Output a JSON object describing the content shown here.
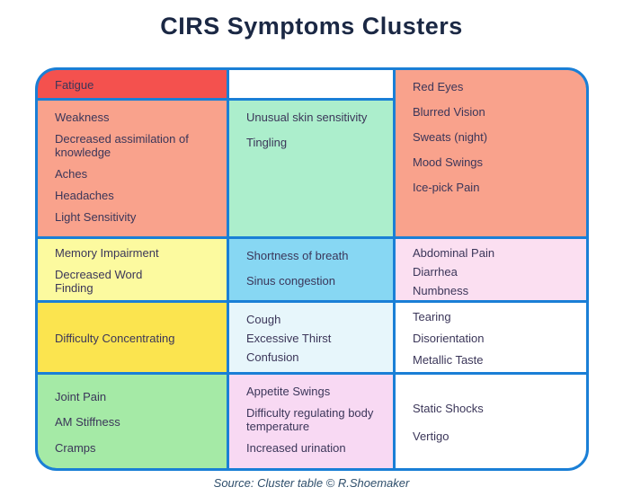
{
  "title": "CIRS Symptoms Clusters",
  "source": "Source: Cluster table © R.Shoemaker",
  "colors": {
    "border_blue": "#1A7FD6",
    "title_text": "#1B2844",
    "cell_text": "#3B3659",
    "source_text": "#2E4E6B"
  },
  "table": {
    "cells": {
      "fatigue": {
        "color": "#F4514E",
        "items": [
          "Fatigue"
        ]
      },
      "empty_top": {
        "color": "#FFFFFF",
        "items": []
      },
      "eyes": {
        "color": "#F9A28C",
        "items": [
          "Red Eyes",
          "Blurred Vision",
          "Sweats (night)",
          "Mood Swings",
          "Ice-pick Pain"
        ]
      },
      "weakness": {
        "color": "#F9A28C",
        "items": [
          "Weakness",
          "Decreased assimilation of knowledge",
          "Aches",
          "Headaches",
          "Light Sensitivity"
        ]
      },
      "skin": {
        "color": "#ACEECC",
        "items": [
          "Unusual skin sensitivity",
          "Tingling"
        ]
      },
      "memory": {
        "color": "#FCFA9F",
        "items": [
          "Memory Impairment",
          "Decreased Word Finding"
        ]
      },
      "breath": {
        "color": "#87D7F3",
        "items": [
          "Shortness of breath",
          "Sinus congestion"
        ]
      },
      "abdominal": {
        "color": "#FBDFF1",
        "items": [
          "Abdominal Pain",
          "Diarrhea",
          "Numbness"
        ]
      },
      "concentrating": {
        "color": "#FBE44F",
        "items": [
          "Difficulty Concentrating"
        ]
      },
      "cough": {
        "color": "#E7F6FB",
        "items": [
          "Cough",
          "Excessive Thirst",
          "Confusion"
        ]
      },
      "tearing": {
        "color": "#FFFFFF",
        "items": [
          "Tearing",
          "Disorientation",
          "Metallic Taste"
        ]
      },
      "joint": {
        "color": "#A5EAA6",
        "items": [
          "Joint Pain",
          "AM Stiffness",
          "Cramps"
        ]
      },
      "appetite": {
        "color": "#F8D9F3",
        "items": [
          "Appetite Swings",
          "Difficulty regulating body temperature",
          "Increased urination"
        ]
      },
      "static": {
        "color": "#FFFFFF",
        "items": [
          "Static Shocks",
          "Vertigo"
        ]
      }
    }
  }
}
